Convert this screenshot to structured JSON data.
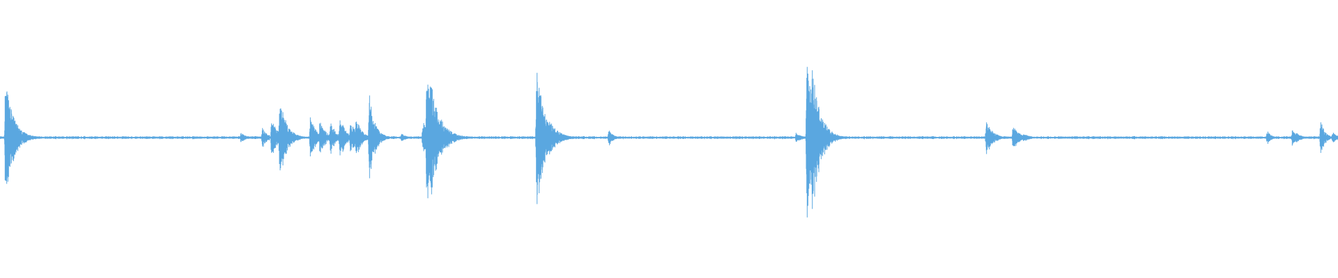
{
  "waveform": {
    "color": "#5aa7e0",
    "background": "#ffffff",
    "baseline_amplitude": 0.006,
    "noise_amplitude": 0.012,
    "events": [
      {
        "time": 0.004,
        "amplitude": 0.68,
        "decay": 0.006
      },
      {
        "time": 0.18,
        "amplitude": 0.06,
        "decay": 0.004
      },
      {
        "time": 0.196,
        "amplitude": 0.12,
        "decay": 0.004
      },
      {
        "time": 0.203,
        "amplitude": 0.25,
        "decay": 0.004
      },
      {
        "time": 0.209,
        "amplitude": 0.5,
        "decay": 0.005
      },
      {
        "time": 0.215,
        "amplitude": 0.1,
        "decay": 0.004
      },
      {
        "time": 0.232,
        "amplitude": 0.25,
        "decay": 0.004
      },
      {
        "time": 0.239,
        "amplitude": 0.22,
        "decay": 0.004
      },
      {
        "time": 0.247,
        "amplitude": 0.2,
        "decay": 0.004
      },
      {
        "time": 0.254,
        "amplitude": 0.26,
        "decay": 0.004
      },
      {
        "time": 0.262,
        "amplitude": 0.2,
        "decay": 0.004
      },
      {
        "time": 0.266,
        "amplitude": 0.25,
        "decay": 0.004
      },
      {
        "time": 0.276,
        "amplitude": 0.52,
        "decay": 0.004
      },
      {
        "time": 0.285,
        "amplitude": 0.06,
        "decay": 0.004
      },
      {
        "time": 0.3,
        "amplitude": 0.05,
        "decay": 0.004
      },
      {
        "time": 0.316,
        "amplitude": 0.2,
        "decay": 0.004
      },
      {
        "time": 0.319,
        "amplitude": 1.0,
        "decay": 0.007
      },
      {
        "time": 0.401,
        "amplitude": 0.8,
        "decay": 0.007
      },
      {
        "time": 0.455,
        "amplitude": 0.1,
        "decay": 0.003
      },
      {
        "time": 0.595,
        "amplitude": 0.06,
        "decay": 0.004
      },
      {
        "time": 0.603,
        "amplitude": 0.96,
        "decay": 0.006
      },
      {
        "time": 0.607,
        "amplitude": 0.84,
        "decay": 0.006
      },
      {
        "time": 0.737,
        "amplitude": 0.2,
        "decay": 0.005
      },
      {
        "time": 0.757,
        "amplitude": 0.14,
        "decay": 0.005
      },
      {
        "time": 0.765,
        "amplitude": 0.06,
        "decay": 0.004
      },
      {
        "time": 0.947,
        "amplitude": 0.09,
        "decay": 0.003
      },
      {
        "time": 0.966,
        "amplitude": 0.12,
        "decay": 0.004
      },
      {
        "time": 0.987,
        "amplitude": 0.22,
        "decay": 0.003
      },
      {
        "time": 0.996,
        "amplitude": 0.08,
        "decay": 0.003
      }
    ]
  }
}
